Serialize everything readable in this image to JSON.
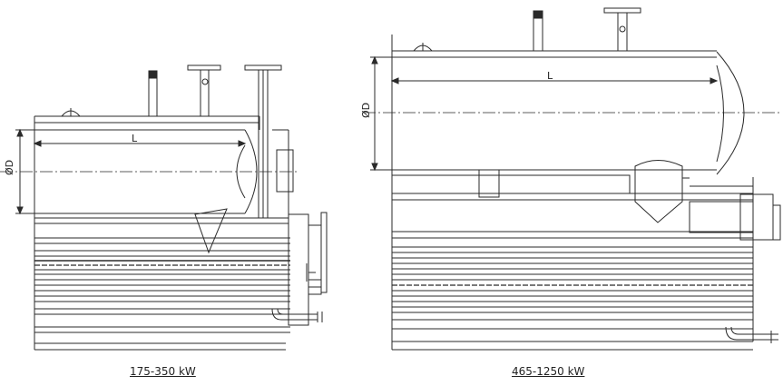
{
  "labels": {
    "diameter": "ØD",
    "length": "L"
  },
  "drawings": [
    {
      "id": "small",
      "caption": "175-350 kW"
    },
    {
      "id": "large",
      "caption": "465-1250 kW"
    }
  ],
  "colors": {
    "line": "#2a2a2a",
    "background": "#ffffff"
  }
}
